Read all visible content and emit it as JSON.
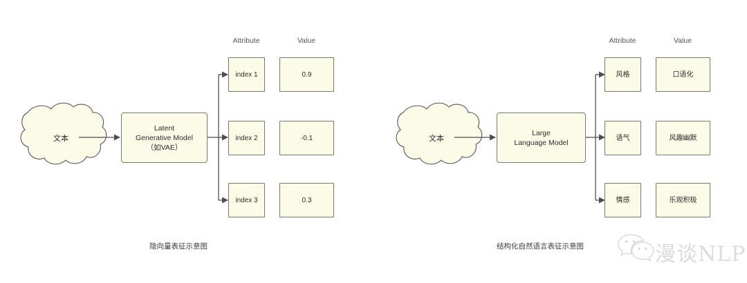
{
  "diagram": {
    "left_panel": {
      "source_label": "文本",
      "model_lines": [
        "Latent",
        "Generative Model",
        "（如VAE）"
      ],
      "column_headers": {
        "attribute": "Attribute",
        "value": "Value"
      },
      "rows": [
        {
          "attribute": "index 1",
          "value": "0.9"
        },
        {
          "attribute": "index 2",
          "value": "-0.1"
        },
        {
          "attribute": "index 3",
          "value": "0.3"
        }
      ],
      "caption": "隐向量表征示意图"
    },
    "right_panel": {
      "source_label": "文本",
      "model_lines": [
        "Large",
        "Language Model"
      ],
      "column_headers": {
        "attribute": "Attribute",
        "value": "Value"
      },
      "rows": [
        {
          "attribute": "风格",
          "value": "口语化"
        },
        {
          "attribute": "语气",
          "value": "风趣幽默"
        },
        {
          "attribute": "情感",
          "value": "乐观积极"
        }
      ],
      "caption": "结构化自然语言表征示意图"
    },
    "watermark": {
      "text": "漫谈NLP"
    },
    "colors": {
      "node_fill": "#fbfbe8",
      "node_stroke": "#78786a",
      "connector": "#4d4d4d",
      "background": "#ffffff",
      "text": "#2b2b2b"
    }
  }
}
